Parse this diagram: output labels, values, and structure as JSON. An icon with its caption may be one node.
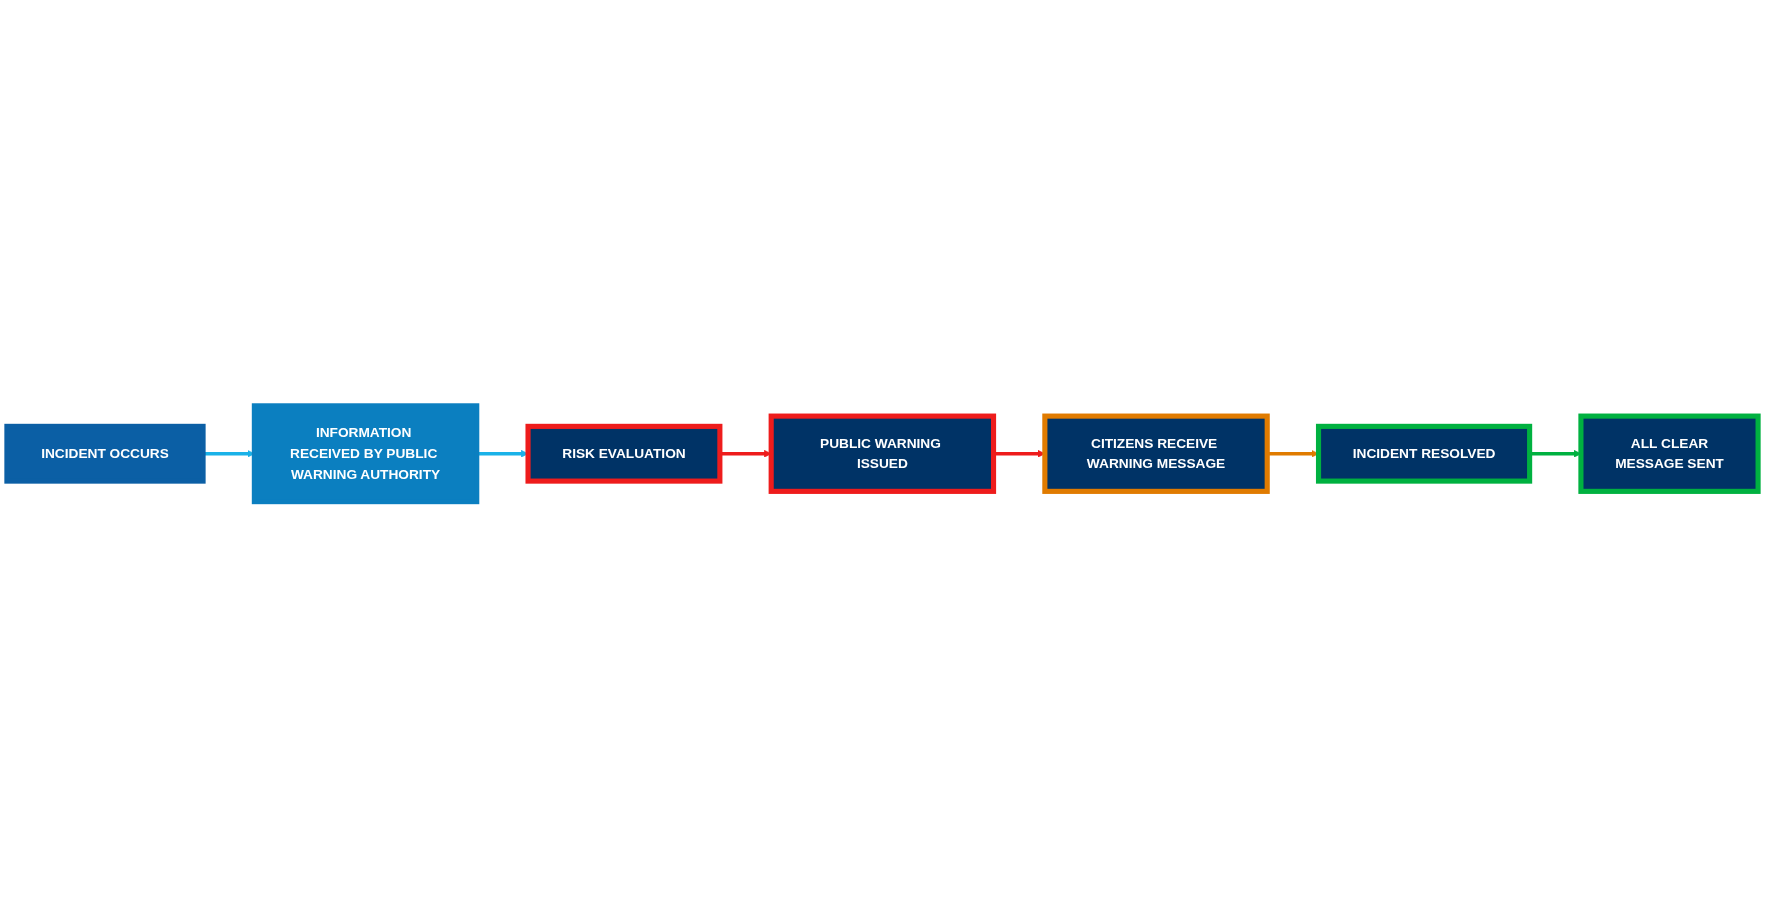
{
  "diagram": {
    "nodes": [
      {
        "text": [
          "INCIDENT OCCURS"
        ]
      },
      {
        "text": [
          "INFORMATION RECEIVED BY PUBLIC WARNING AUTHORITY"
        ]
      },
      {
        "text": [
          "RISK EVALUATION"
        ]
      },
      {
        "text": [
          "PUBLIC WARNING ISSUED"
        ]
      },
      {
        "text": [
          "CITIZENS RECEIVE WARNING MESSAGE"
        ]
      },
      {
        "text": [
          "INCIDENT RESOLVED"
        ]
      },
      {
        "text": [
          "ALL CLEAR",
          "MESSAGE SENT"
        ]
      }
    ],
    "edges": [
      {
        "from": 0,
        "to": 1,
        "arrow": "to",
        "color": "#1ab2e8"
      },
      {
        "from": 1,
        "to": 2,
        "arrow": "to",
        "color": "#1ab2e8"
      },
      {
        "from": 2,
        "to": 3,
        "arrow": "to",
        "color": "#ee1c1c"
      },
      {
        "from": 3,
        "to": 4,
        "arrow": "to",
        "color": "#ee1c1c"
      },
      {
        "from": 4,
        "to": 5,
        "arrow": "to",
        "color": "#e07b00"
      },
      {
        "from": 5,
        "to": 6,
        "arrow": "to",
        "color": "#00b140"
      }
    ]
  }
}
